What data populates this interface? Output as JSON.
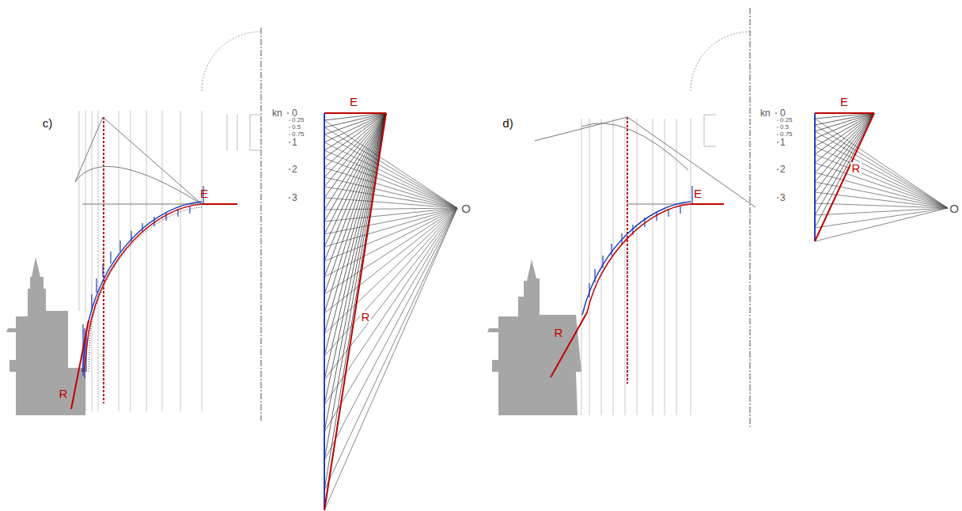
{
  "diagram": {
    "labels": [
      "c)",
      "E",
      "R",
      "kn",
      "0",
      "0.25",
      "0.5",
      "0.75",
      "1",
      "2",
      "3",
      "E",
      "R",
      "O",
      "d)",
      "E",
      "R",
      "kn",
      "0",
      "0.25",
      "0.5",
      "0.75",
      "1",
      "2",
      "3",
      "E",
      "R",
      "O"
    ]
  }
}
